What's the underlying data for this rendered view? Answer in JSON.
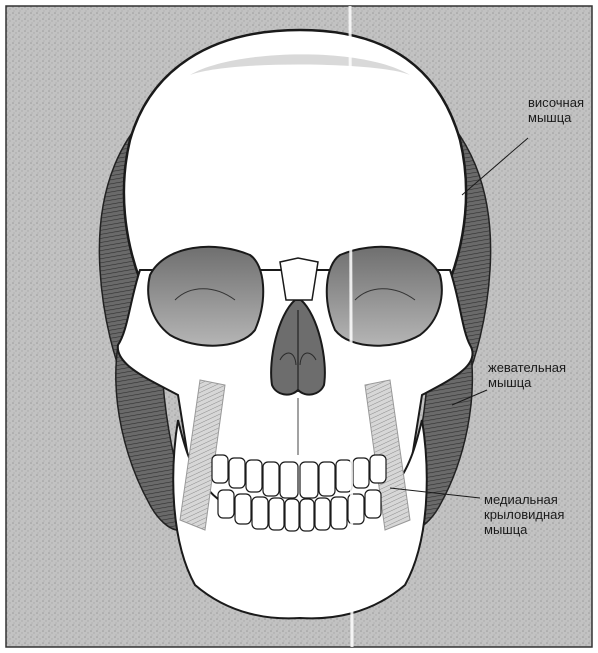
{
  "labels": {
    "temporal": [
      "височная",
      "мышца"
    ],
    "masseter": [
      "жевательная",
      "мышца"
    ],
    "medial_pterygoid": [
      "медиальная",
      "крыловидная",
      "мышца"
    ]
  },
  "colors": {
    "background": "#bdbdbd",
    "bone": "#ffffff",
    "outline": "#1a1a1a",
    "muscle": "#5e5e5e",
    "orbit_shadow": "#8a8a8a"
  }
}
